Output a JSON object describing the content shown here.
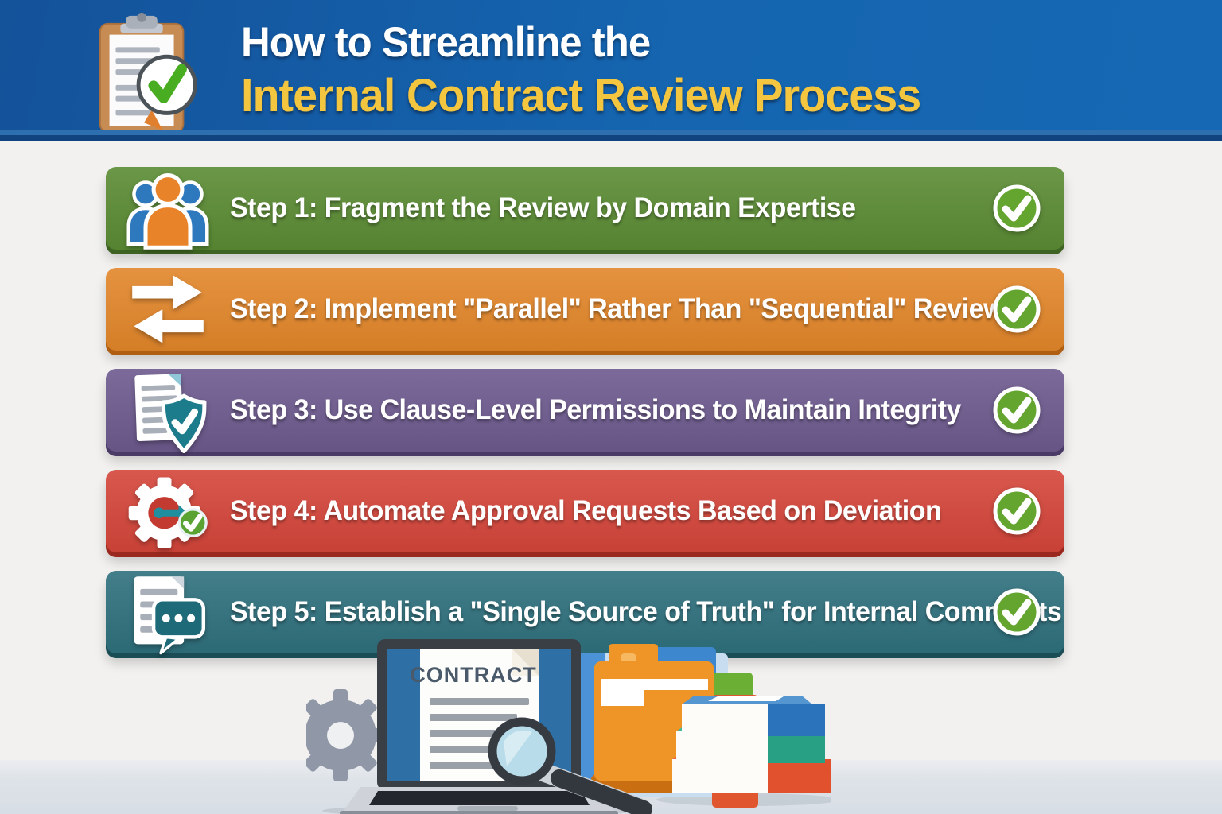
{
  "header": {
    "title_line1": "How to Streamline the",
    "title_line2": "Internal Contract Review Process",
    "bg_color": "#1565b0",
    "title_line1_color": "#ffffff",
    "title_line2_color": "#f4c63f",
    "icon": "clipboard-check-icon"
  },
  "steps": [
    {
      "label": "Step 1: Fragment the Review by Domain Expertise",
      "icon": "team-icon",
      "color": "#5a8b33"
    },
    {
      "label": "Step 2: Implement \"Parallel\" Rather Than \"Sequential\" Review",
      "icon": "swap-arrows-icon",
      "color": "#e2862a"
    },
    {
      "label": "Step 3: Use Clause-Level Permissions to Maintain Integrity",
      "icon": "document-shield-icon",
      "color": "#6d5a8e"
    },
    {
      "label": "Step 4: Automate Approval Requests Based on Deviation",
      "icon": "gear-key-icon",
      "color": "#d4453a"
    },
    {
      "label": "Step 5: Establish a \"Single Source of Truth\" for Internal Comments",
      "icon": "document-comment-icon",
      "color": "#2e707d"
    }
  ],
  "checkmark": {
    "icon": "check-circle-icon",
    "color": "#64a52f"
  },
  "illustration": {
    "laptop_screen_label": "CONTRACT",
    "items": [
      "gear-icon",
      "laptop-icon",
      "magnifier-icon",
      "folder-icons",
      "book-stack-icon"
    ]
  },
  "background_color": "#f2f1ef",
  "floor_color": "#d8dee5"
}
